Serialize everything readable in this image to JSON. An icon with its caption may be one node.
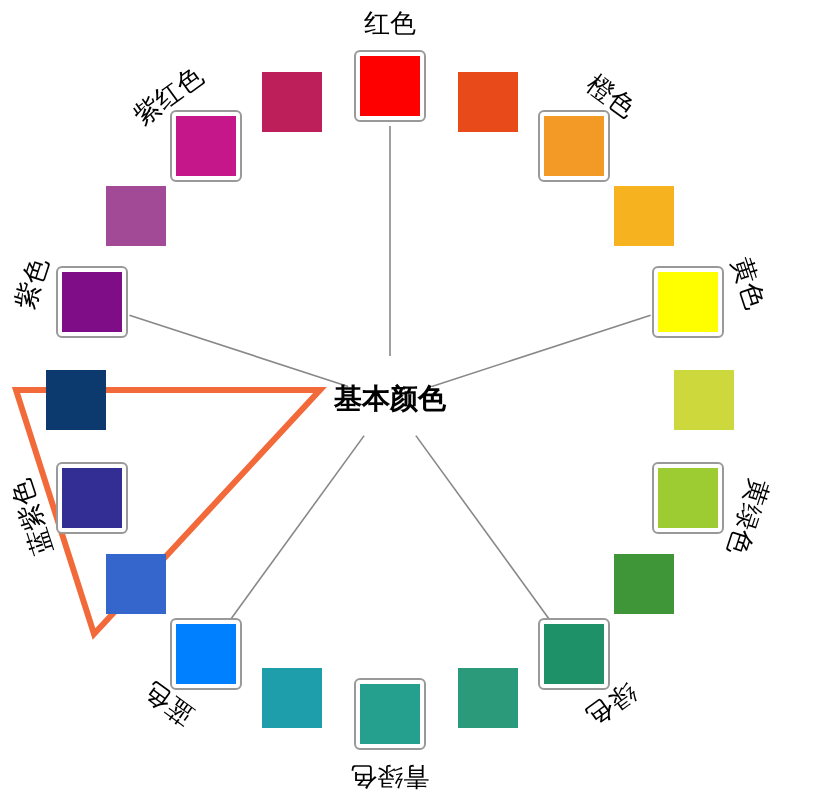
{
  "diagram": {
    "nodes": [
      {
        "text": [
          "基本颜色"
        ]
      },
      {
        "text": [
          "红色"
        ]
      },
      {
        "text": [],
        "shape": "box"
      },
      {
        "text": [
          "橙色"
        ]
      },
      {
        "text": [],
        "shape": "box"
      },
      {
        "text": [
          "黄色"
        ]
      },
      {
        "text": [],
        "shape": "box"
      },
      {
        "text": [
          "黄绿色"
        ]
      },
      {
        "text": [],
        "shape": "box"
      },
      {
        "text": [
          "绿色"
        ]
      },
      {
        "text": [],
        "shape": "box"
      },
      {
        "text": [
          "青绿色"
        ]
      },
      {
        "text": [],
        "shape": "box"
      },
      {
        "text": [
          "蓝色"
        ]
      },
      {
        "text": [],
        "shape": "box"
      },
      {
        "text": [
          "蓝紫色"
        ]
      },
      {
        "text": [],
        "shape": "box"
      },
      {
        "text": [
          "紫色"
        ]
      },
      {
        "text": [],
        "shape": "box"
      },
      {
        "text": [
          "紫红色"
        ]
      },
      {
        "text": [],
        "shape": "box"
      }
    ],
    "edges": [
      {
        "from": 0,
        "to": 1,
        "arrow": "none"
      },
      {
        "from": 0,
        "to": 5,
        "arrow": "none"
      },
      {
        "from": 0,
        "to": 9,
        "arrow": "none"
      },
      {
        "from": 0,
        "to": 13,
        "arrow": "none"
      },
      {
        "from": 0,
        "to": 17,
        "arrow": "none"
      }
    ]
  }
}
